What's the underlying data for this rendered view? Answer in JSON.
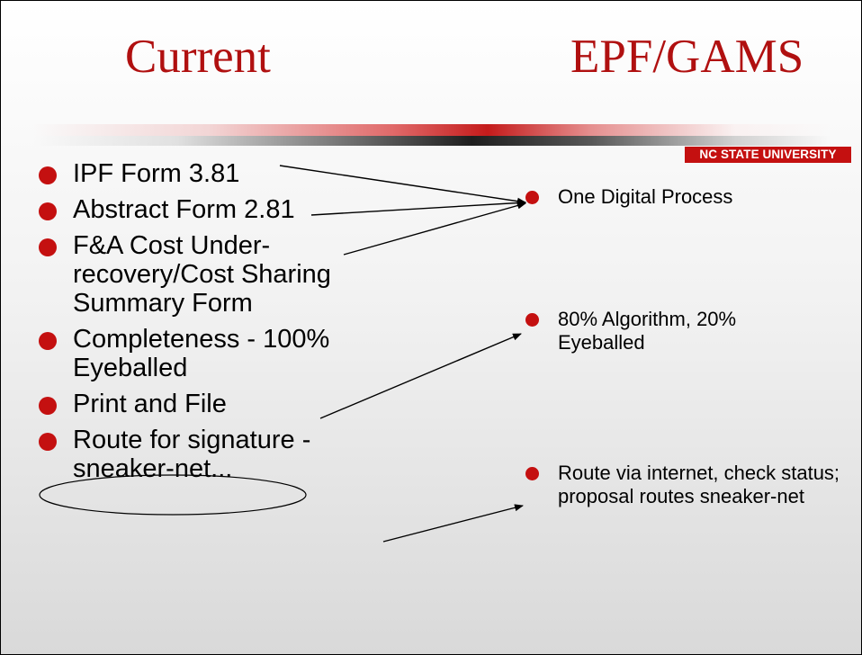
{
  "titles": {
    "left": "Current",
    "right": "EPF/GAMS"
  },
  "logo": {
    "text": "NC STATE UNIVERSITY"
  },
  "current_items": [
    "IPF Form 3.81",
    "Abstract Form 2.81",
    "F&A Cost Under-recovery/Cost Sharing Summary Form",
    "Completeness - 100% Eyeballed",
    "Print and File",
    "Route for signature - sneaker-net..."
  ],
  "epf_items": [
    "One Digital Process",
    "80% Algorithm, 20% Eyeballed",
    "Route via internet, check status; proposal routes sneaker-net"
  ],
  "colors": {
    "accent": "#c41010",
    "title": "#b01010",
    "text": "#000000"
  }
}
